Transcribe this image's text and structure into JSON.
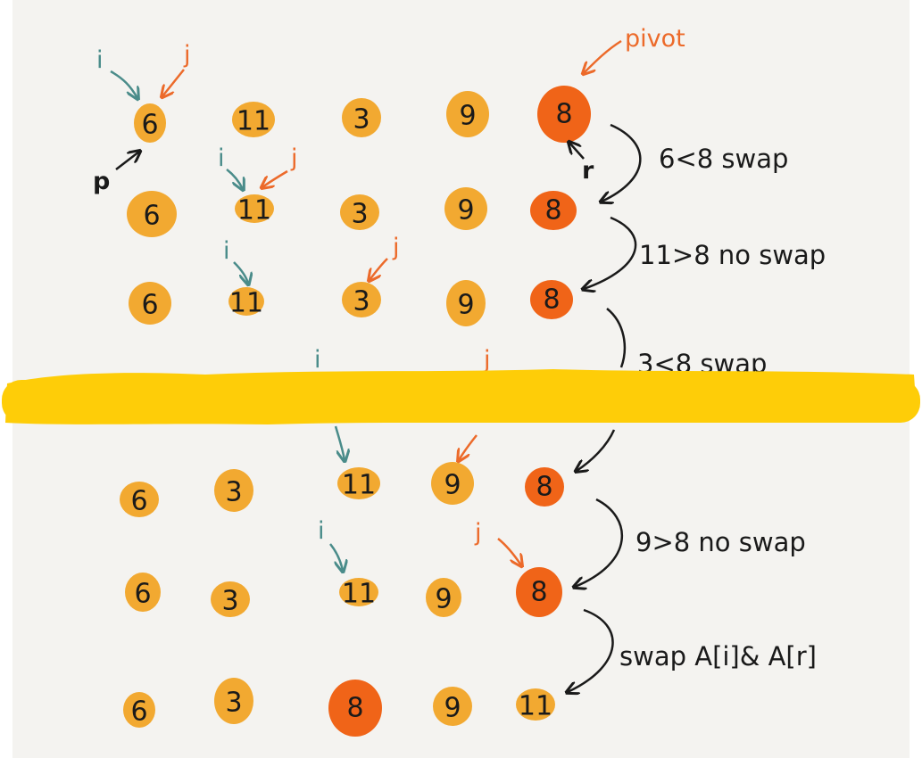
{
  "colors": {
    "background": "#f4f3f0",
    "frame": "#ffffff",
    "element": "#f2a931",
    "pivot": "#f06418",
    "highlighter": "#fecd08",
    "index_i": "#4a8c8a",
    "index_j": "#ec6a2a",
    "marker_black": "#1a1a1a"
  },
  "labels": {
    "pivot": "pivot",
    "i": "i",
    "j": "j",
    "p": "p",
    "r": "r"
  },
  "rows": [
    {
      "values": [
        "6",
        "11",
        "3",
        "9",
        "8"
      ],
      "pivot_index": 4,
      "note": "6<8 swap"
    },
    {
      "values": [
        "6",
        "11",
        "3",
        "9",
        "8"
      ],
      "pivot_index": 4,
      "note": "11>8 no swap"
    },
    {
      "values": [
        "6",
        "11",
        "3",
        "9",
        "8"
      ],
      "pivot_index": 4,
      "note": "3<8 swap"
    },
    {
      "values": [
        "6",
        "3",
        "11",
        "9",
        "8"
      ],
      "pivot_index": 4,
      "note": "9>8 no swap"
    },
    {
      "values": [
        "6",
        "3",
        "11",
        "9",
        "8"
      ],
      "pivot_index": 4,
      "note": "swap A[i]& A[r]"
    },
    {
      "values": [
        "6",
        "3",
        "8",
        "9",
        "11"
      ],
      "pivot_index": 2,
      "note": ""
    }
  ]
}
